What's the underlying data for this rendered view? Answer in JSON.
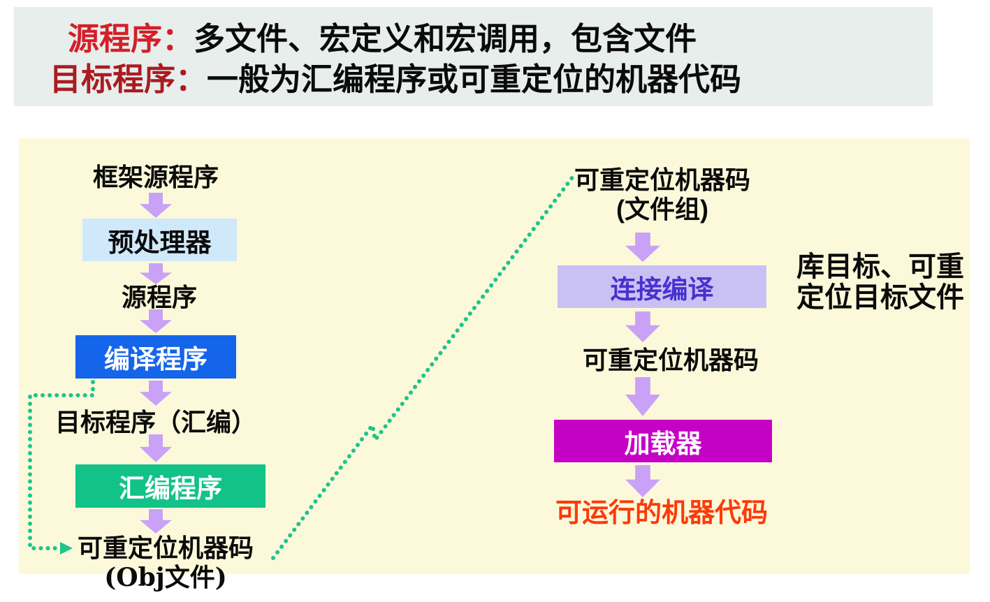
{
  "header": {
    "line1": {
      "label": "源程序：",
      "text": "多文件、宏定义和宏调用，包含文件"
    },
    "line2": {
      "label": "目标程序：",
      "text": "一般为汇编程序或可重定位的机器代码"
    }
  },
  "left_flow": {
    "frame_source": "框架源程序",
    "preprocessor": "预处理器",
    "source_program": "源程序",
    "compiler": "编译程序",
    "target_assembly": "目标程序（汇编）",
    "assembler": "汇编程序",
    "relocatable_line1": "可重定位机器码",
    "relocatable_line2": "(Obj文件)"
  },
  "right_flow": {
    "relocatable_group_line1": "可重定位机器码",
    "relocatable_group_line2": "(文件组)",
    "linker": "连接编译",
    "relocatable": "可重定位机器码",
    "loader": "加载器",
    "runnable": "可运行的机器代码"
  },
  "side_note": {
    "line1": "库目标、可重",
    "line2": "定位目标文件"
  },
  "colors": {
    "header_bg": "#e8eeec",
    "header_label1_red": "#d41f28",
    "header_label2_red": "#aa1b22",
    "canvas_bg": "#fcf9da",
    "flow_arrow_purple": "#c9a2f7",
    "preprocessor_box_blue": "#cfe9fb",
    "compiler_box_blue": "#1565ea",
    "assembler_box_green": "#12c287",
    "linker_box_lavender": "#c9c1f4",
    "linker_text_purple": "#4831cf",
    "loader_box_magenta": "#c501c5",
    "runnable_text_orange": "#fb3a0a",
    "dotted_connector_green": "#1dc58c"
  }
}
